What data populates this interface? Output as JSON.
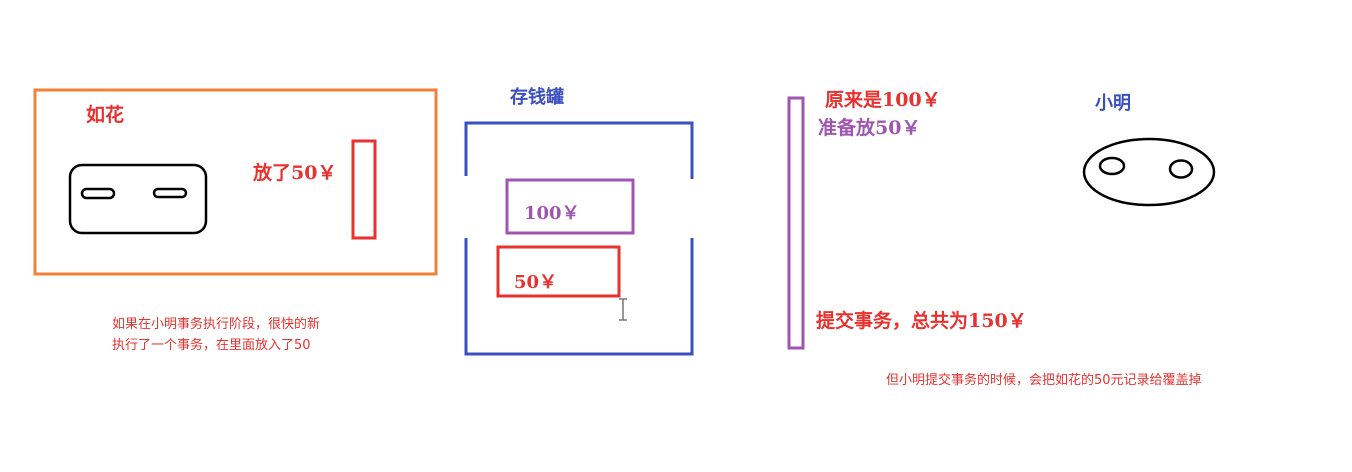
{
  "ruhua": {
    "name": "如花",
    "put_label": "放了50￥"
  },
  "piggy_bank": {
    "title": "存钱罐",
    "amount_100": "100￥",
    "amount_50": "50￥"
  },
  "xiaoming": {
    "name": "小明",
    "original": "原来是100￥",
    "prepare": "准备放50￥",
    "commit": "提交事务，总共为150￥"
  },
  "notes": {
    "left_line1": "如果在小明事务执行阶段，很快的新",
    "left_line2": "执行了一个事务，在里面放入了50",
    "right": "但小明提交事务的时候，会把如花的50元记录给覆盖掉"
  },
  "colors": {
    "orange": "#f0833a",
    "red": "#e8322f",
    "blue": "#3b4fbf",
    "purple": "#a056b0",
    "black": "#000000"
  }
}
